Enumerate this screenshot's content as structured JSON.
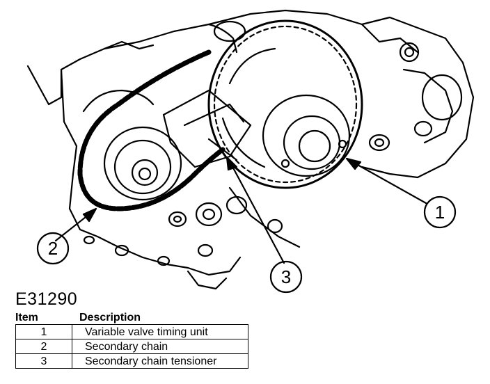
{
  "figure_id": "E31290",
  "legend": {
    "col_item": "Item",
    "col_description": "Description",
    "rows": [
      {
        "item": "1",
        "description": "Variable valve timing unit"
      },
      {
        "item": "2",
        "description": "Secondary chain"
      },
      {
        "item": "3",
        "description": "Secondary chain tensioner"
      }
    ]
  },
  "callouts": [
    "1",
    "2",
    "3"
  ]
}
